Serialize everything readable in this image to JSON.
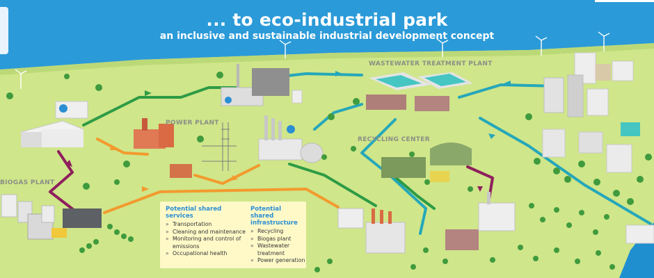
{
  "header": {
    "title": "... to eco-industrial park",
    "subtitle": "an inclusive and sustainable industrial development concept"
  },
  "areas": {
    "biogas_plant": "BIOGAS PLANT",
    "power_plant": "POWER PLANT",
    "wastewater": "WASTEWATER TREATMENT PLANT",
    "recycling": "RECYCLING CENTER"
  },
  "info_box": {
    "services_title": "Potential shared services",
    "services": [
      "Transportation",
      "Cleaning and maintenance",
      "Monitoring and control of emissions",
      "Occupational health"
    ],
    "infrastructure_title": "Potential shared infrastructure",
    "infrastructure": [
      "Recycling",
      "Biogas plant",
      "Wastewater treatment",
      "Power generation"
    ]
  },
  "colors": {
    "sky": "#2b9ad8",
    "grass": "#cfe68a",
    "water_flow": "#25a7ba",
    "energy_flow": "#f39a2e",
    "material_flow": "#2e9b45",
    "biogas_flow": "#8e1f5c",
    "info_title": "#2a8fd2"
  }
}
